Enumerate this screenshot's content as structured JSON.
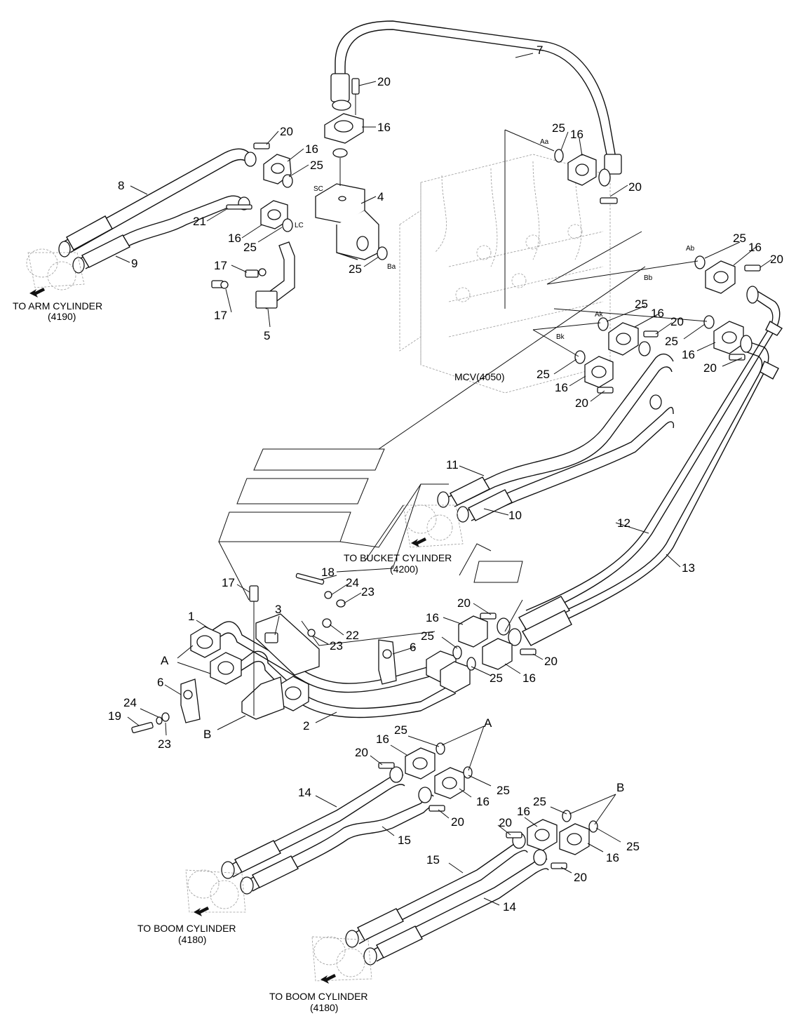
{
  "callouts": {
    "c7": "7",
    "c20a": "20",
    "c16a": "16",
    "c20b": "20",
    "c16b": "16",
    "c25a": "25",
    "c8": "8",
    "c4": "4",
    "c21": "21",
    "c16c": "16",
    "c25b": "25",
    "c9": "9",
    "c25c": "25",
    "c17a": "17",
    "c17b": "17",
    "c5": "5",
    "c25d": "25",
    "c16d": "16",
    "c20c": "20",
    "c25e": "25",
    "c16e": "16",
    "c20d": "20",
    "c25f": "25",
    "c16f": "16",
    "c20e": "20",
    "c25g": "25",
    "c16g": "16",
    "c20f": "20",
    "c25h": "25",
    "c16h": "16",
    "c20g": "20",
    "c11": "11",
    "c10": "10",
    "c12": "12",
    "c13": "13",
    "c18": "18",
    "c17c": "17",
    "c24a": "24",
    "c23a": "23",
    "c3": "3",
    "c1": "1",
    "c22": "22",
    "c23b": "23",
    "cA1": "A",
    "c6a": "6",
    "c6b": "6",
    "c20h": "20",
    "c16i": "16",
    "c25i": "25",
    "c20i": "20",
    "c25j": "25",
    "c16j": "16",
    "c24b": "24",
    "c19": "19",
    "c23c": "23",
    "cB1": "B",
    "c2": "2",
    "c25k": "25",
    "cA2": "A",
    "c16k": "16",
    "c20j": "20",
    "c25l": "25",
    "c14a": "14",
    "c16l": "16",
    "c20k": "20",
    "c15a": "15",
    "c25m": "25",
    "cB2": "B",
    "c16m": "16",
    "c20l": "20",
    "c25n": "25",
    "c16n": "16",
    "c15b": "15",
    "c20m": "20",
    "c14b": "14"
  },
  "port_labels": {
    "sc": "SC",
    "lc": "LC",
    "ba": "Ba",
    "aa": "Aa",
    "ab": "Ab",
    "bb": "Bb",
    "ak": "Ak",
    "bk": "Bk"
  },
  "captions": {
    "arm_line1": "TO ARM CYLINDER",
    "arm_line2": "(4190)",
    "mcv": "MCV(4050)",
    "bucket_line1": "TO BUCKET CYLINDER",
    "bucket_line2": "(4200)",
    "boom1_line1": "TO BOOM CYLINDER",
    "boom1_line2": "(4180)",
    "boom2_line1": "TO BOOM CYLINDER",
    "boom2_line2": "(4180)"
  },
  "icons": {
    "direction_arrow": "arrow-down-left-icon",
    "oring": "o-ring-icon",
    "flange": "split-flange-icon",
    "bolt": "bolt-icon"
  },
  "colors": {
    "ink": "#111111",
    "ghost": "#9a9a9a",
    "paper": "#ffffff"
  }
}
